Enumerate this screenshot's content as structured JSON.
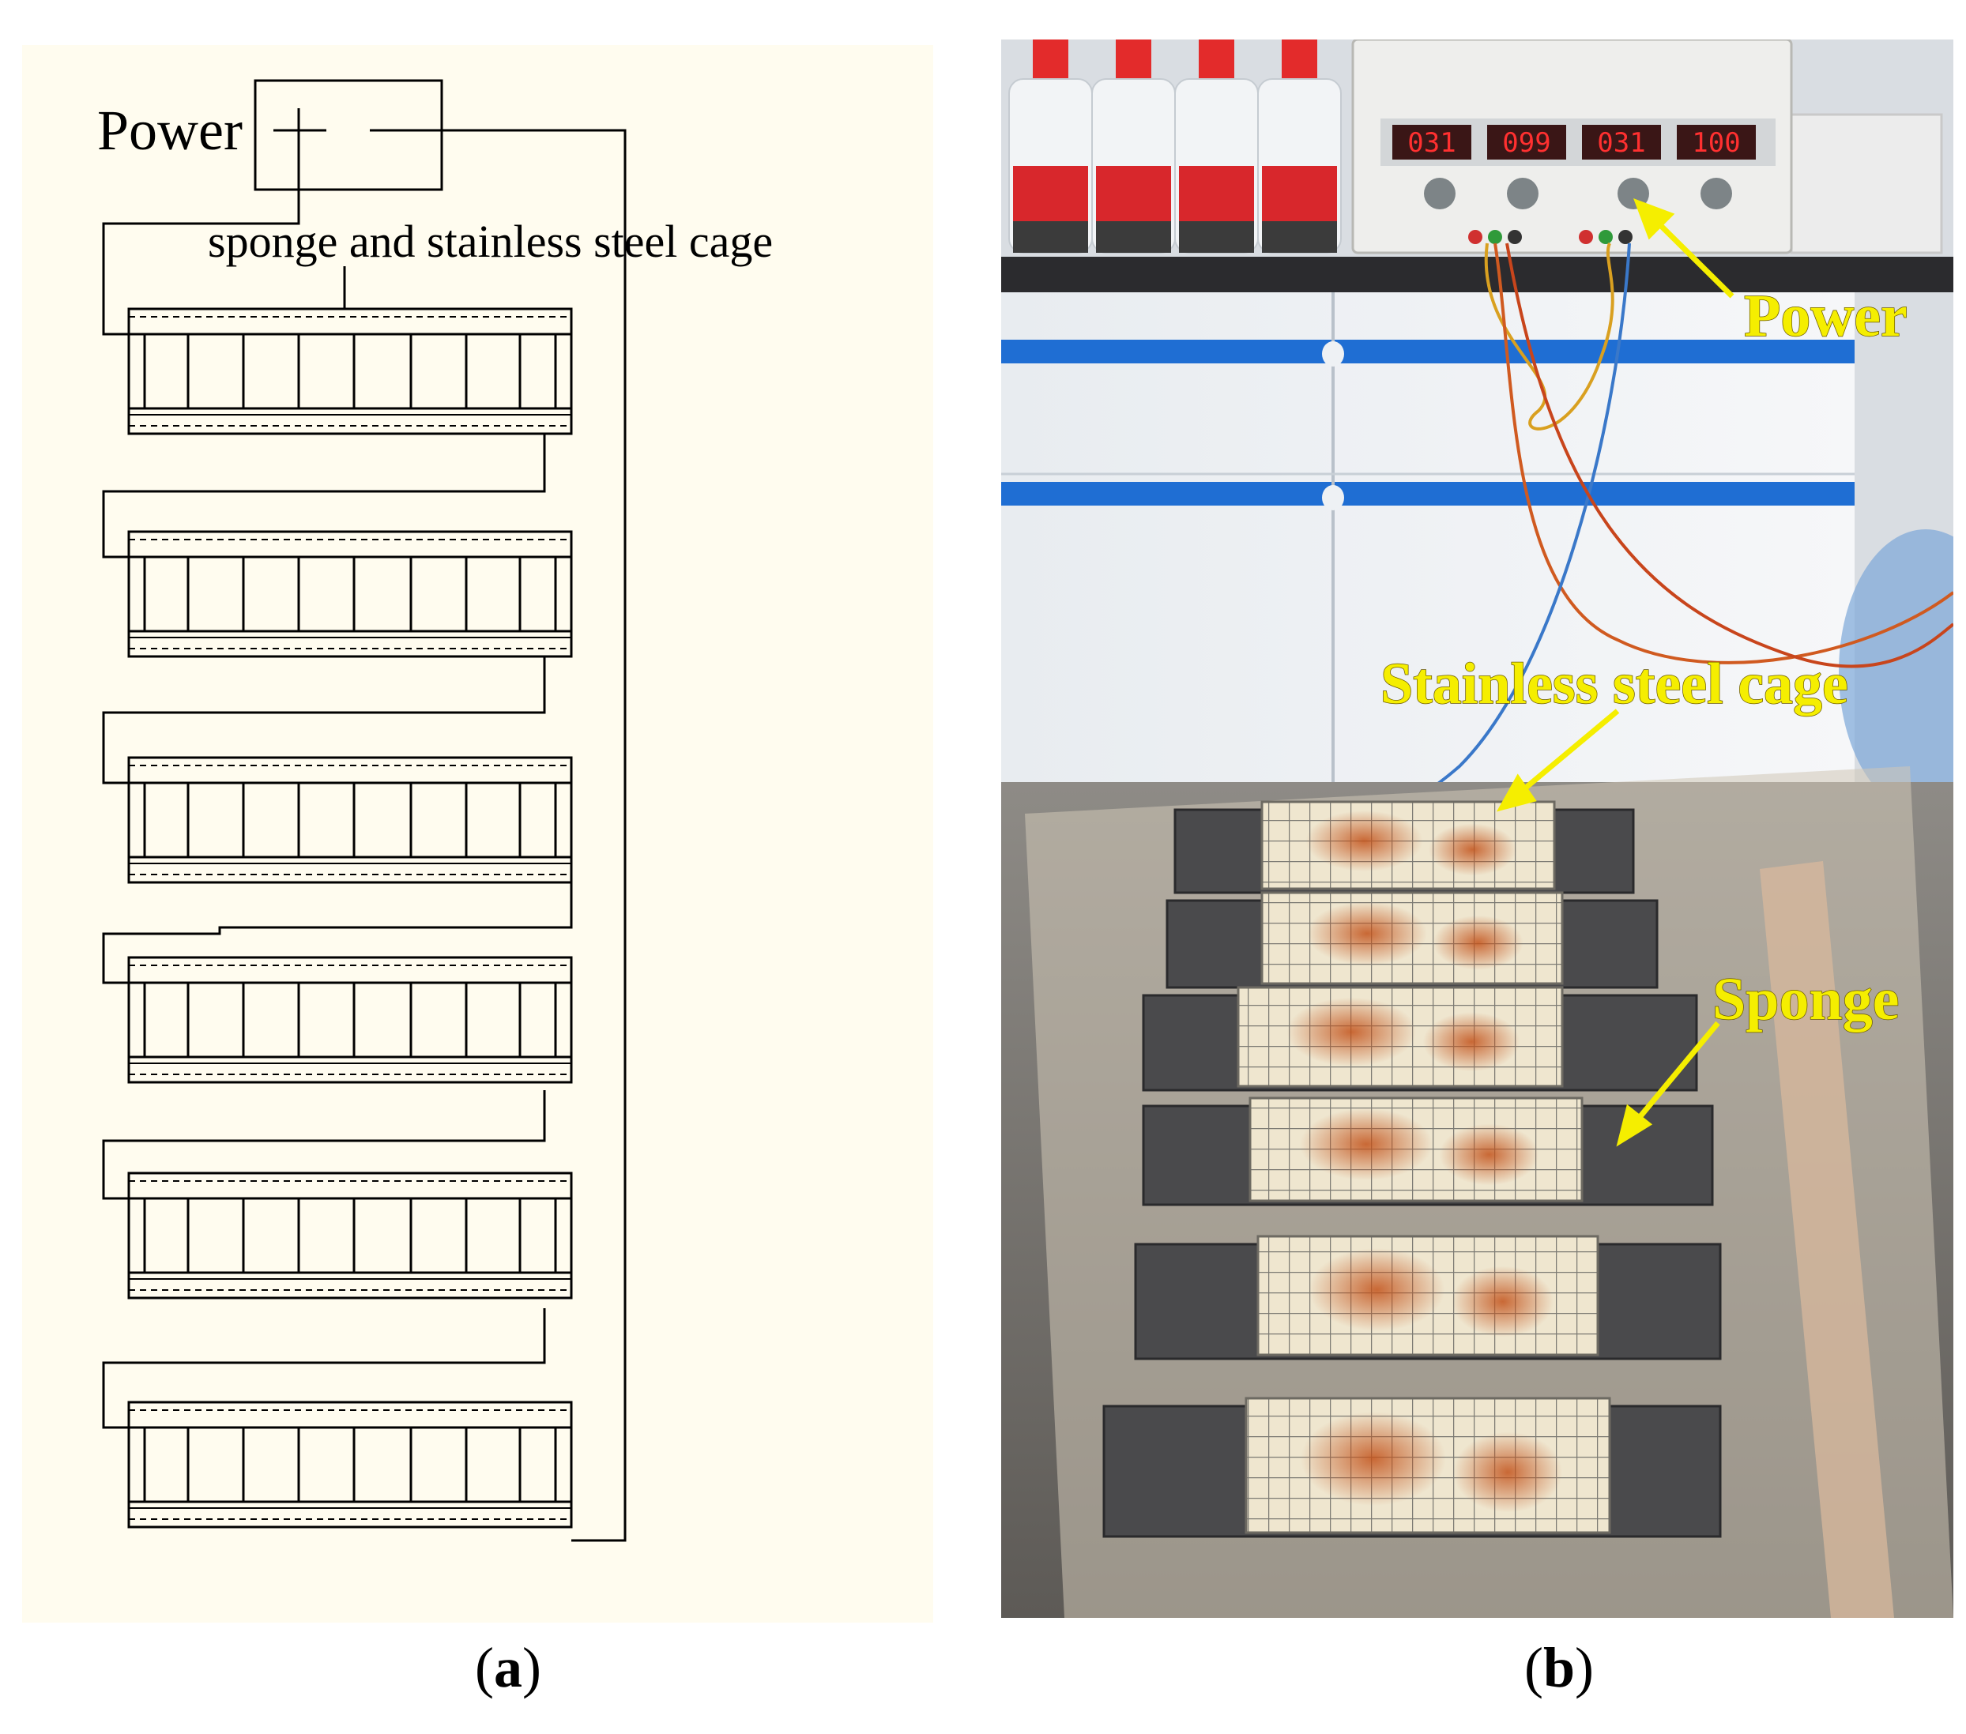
{
  "panel_a": {
    "labels": {
      "power": "Power",
      "cage": "sponge and stainless steel cage"
    },
    "cage_count": 6,
    "caption": {
      "open": "(",
      "letter": "a",
      "close": ")"
    }
  },
  "panel_b": {
    "display": {
      "readouts": [
        "031",
        "099",
        "031",
        "100"
      ],
      "color": "#ff3030"
    },
    "labels": {
      "power": "Power",
      "cage": "Stainless steel cage",
      "sponge": "Sponge"
    },
    "label_color": "#f5ee00",
    "caption": {
      "open": "(",
      "letter": "b",
      "close": ")"
    }
  }
}
